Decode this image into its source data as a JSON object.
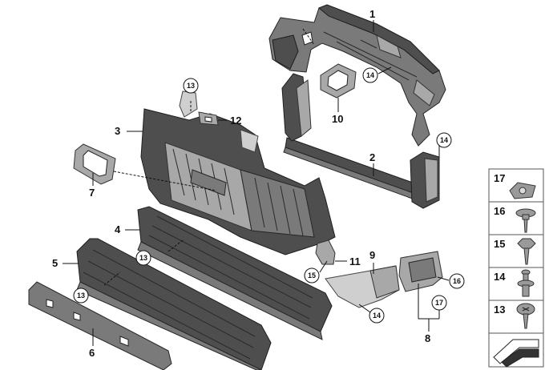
{
  "callouts": [
    {
      "id": "c1",
      "label": "1"
    },
    {
      "id": "c2",
      "label": "2"
    },
    {
      "id": "c3",
      "label": "3"
    },
    {
      "id": "c4",
      "label": "4"
    },
    {
      "id": "c5",
      "label": "5"
    },
    {
      "id": "c6",
      "label": "6"
    },
    {
      "id": "c7",
      "label": "7"
    },
    {
      "id": "c8",
      "label": "8"
    },
    {
      "id": "c9",
      "label": "9"
    },
    {
      "id": "c10",
      "label": "10"
    },
    {
      "id": "c11",
      "label": "11"
    },
    {
      "id": "c12",
      "label": "12"
    }
  ],
  "circled_callouts": [
    {
      "id": "k13a",
      "label": "13"
    },
    {
      "id": "k13b",
      "label": "13"
    },
    {
      "id": "k13c",
      "label": "13"
    },
    {
      "id": "k14a",
      "label": "14"
    },
    {
      "id": "k14b",
      "label": "14"
    },
    {
      "id": "k14c",
      "label": "14"
    },
    {
      "id": "k15",
      "label": "15"
    },
    {
      "id": "k16",
      "label": "16"
    },
    {
      "id": "k17",
      "label": "17"
    }
  ],
  "legend": [
    {
      "label": "17",
      "icon": "clip-nut-icon"
    },
    {
      "label": "16",
      "icon": "flange-screw-icon"
    },
    {
      "label": "15",
      "icon": "hex-screw-icon"
    },
    {
      "label": "14",
      "icon": "expanding-rivet-icon"
    },
    {
      "label": "13",
      "icon": "torx-screw-icon"
    }
  ]
}
